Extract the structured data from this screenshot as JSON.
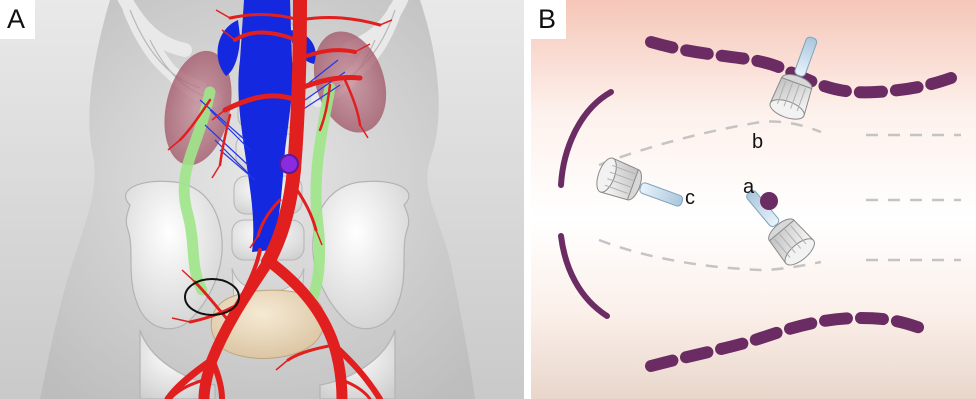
{
  "panels": [
    {
      "id": "A"
    },
    {
      "id": "B"
    }
  ],
  "ports": {
    "a": "a",
    "b": "b",
    "c": "c"
  },
  "colors": {
    "artery": "#e21f1f",
    "vein": "#1428e0",
    "ureter": "#9fe68a",
    "kidney": "#b86a78",
    "bladder": "#ecdcc0",
    "bone": "#f4f4f4",
    "body": "#d4d4d4",
    "incision": "#6b2c63",
    "marker": "#6b2c63",
    "skin_top": "#f5c6b8",
    "skin_bottom": "#e9d6cb"
  }
}
